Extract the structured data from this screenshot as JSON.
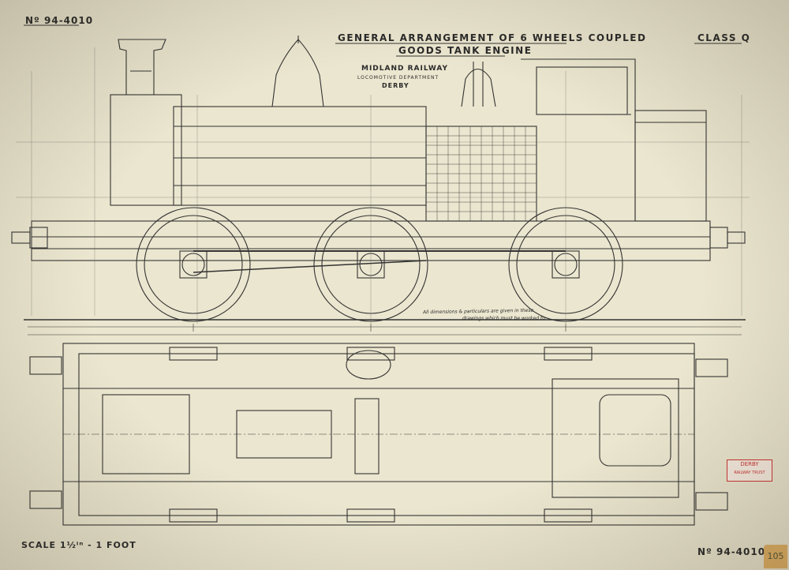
{
  "drawing": {
    "number_top": "Nº 94-4010",
    "number_bottom": "Nº 94-4010",
    "title_line1": "GENERAL ARRANGEMENT OF 6 WHEELS COUPLED",
    "title_line2": "GOODS TANK ENGINE",
    "class_label": "CLASS Q",
    "railway": "MIDLAND RAILWAY",
    "department": "LOCOMOTIVE DEPARTMENT",
    "location": "DERBY",
    "scale": "SCALE 1½ⁱⁿ - 1 FOOT",
    "note_line1": "All dimensions & particulars are given in these",
    "note_line2": "drawings which must be worked to",
    "stamp_title": "DERBY",
    "stamp_sub": "RAILWAY TRUST",
    "sheet_tag": "105"
  },
  "colors": {
    "paper": "#ebe6cf",
    "ink": "#2a2a2a",
    "stamp": "#cc3333",
    "tag": "#e2b265"
  }
}
